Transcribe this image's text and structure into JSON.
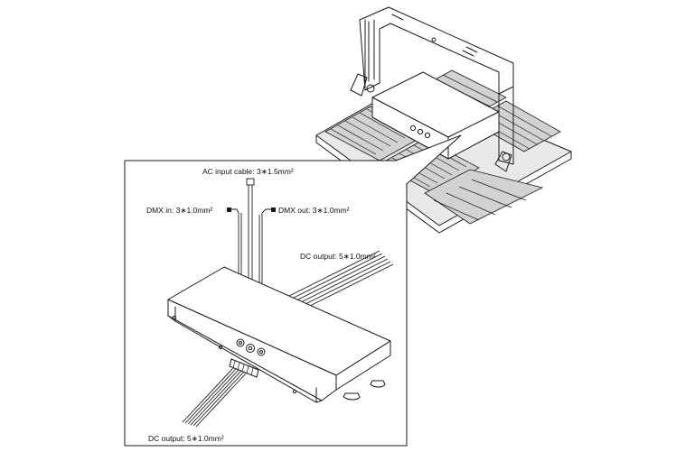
{
  "labels": {
    "ac_input": "AC input cable: 3∗1.5mm²",
    "dmx_in": "DMX in: 3∗1.0mm²",
    "dmx_out": "DMX out: 3∗1.0mm²",
    "dc_output_right": "DC output: 5∗1.0mm²",
    "dc_output_bottom": "DC output: 5∗1.0mm²"
  },
  "colors": {
    "line": "#1a1a1a",
    "fin_fill": "#d2d2d2",
    "panel": "#ffffff"
  }
}
